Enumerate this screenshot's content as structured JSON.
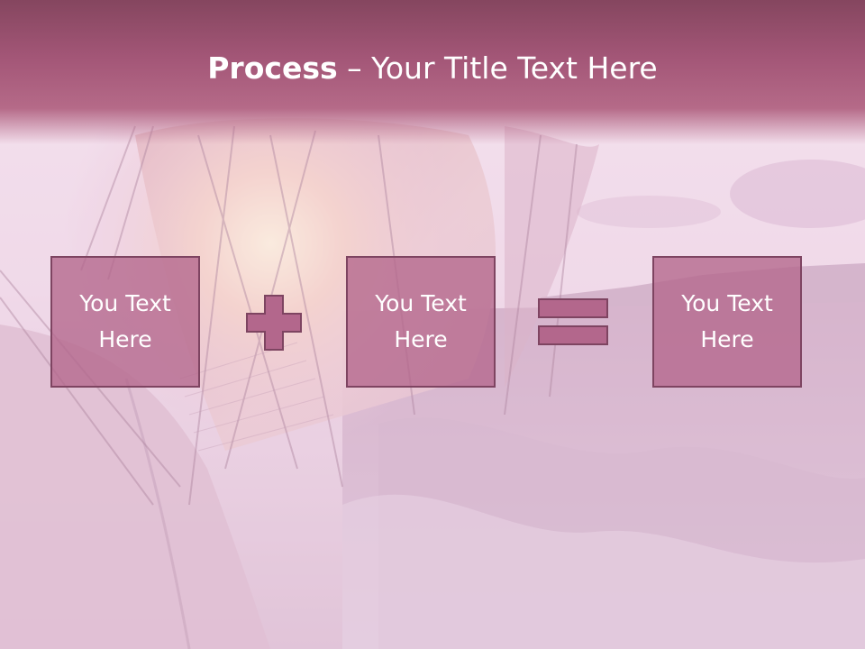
{
  "slide": {
    "title_bold": "Process",
    "title_rest": " – Your Title Text Here"
  },
  "process": {
    "steps": [
      "You Text Here",
      "You Text Here",
      "You Text Here"
    ],
    "operators": [
      "plus-icon",
      "equals-icon"
    ]
  },
  "colors": {
    "title_band": "#a35677",
    "box_fill": "#b3678c",
    "box_border": "#7e4461",
    "text": "#ffffff"
  }
}
